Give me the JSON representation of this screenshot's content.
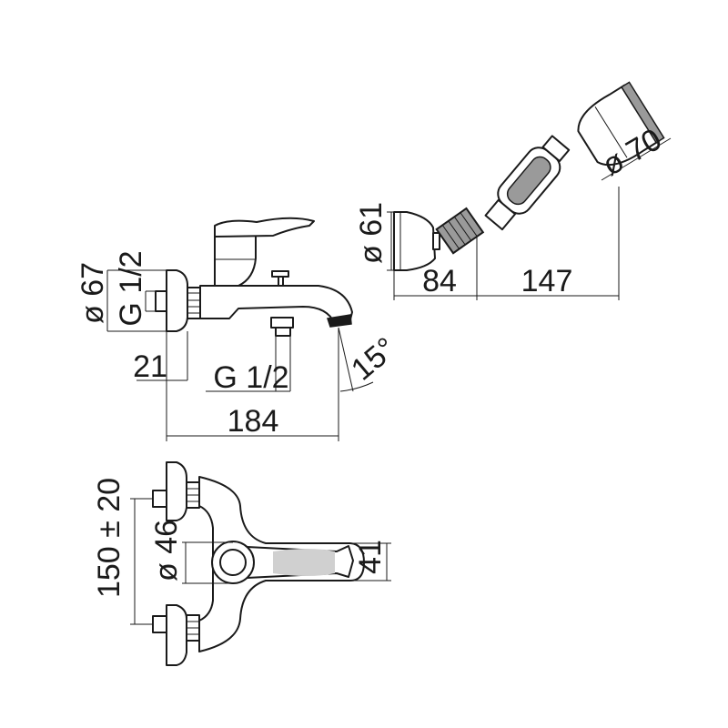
{
  "dimensions": {
    "side_diameter": "ø 67",
    "side_thread": "G 1/2",
    "wall_offset": "21",
    "outlet_thread": "G 1/2",
    "spout_angle": "15°",
    "total_length": "184",
    "holder_diameter": "ø 61",
    "holder_depth": "84",
    "handshower_length": "147",
    "handshower_diameter": "ø 70",
    "centre_distance": "150 ± 20",
    "body_diameter": "ø 46",
    "lever_width": "41"
  }
}
